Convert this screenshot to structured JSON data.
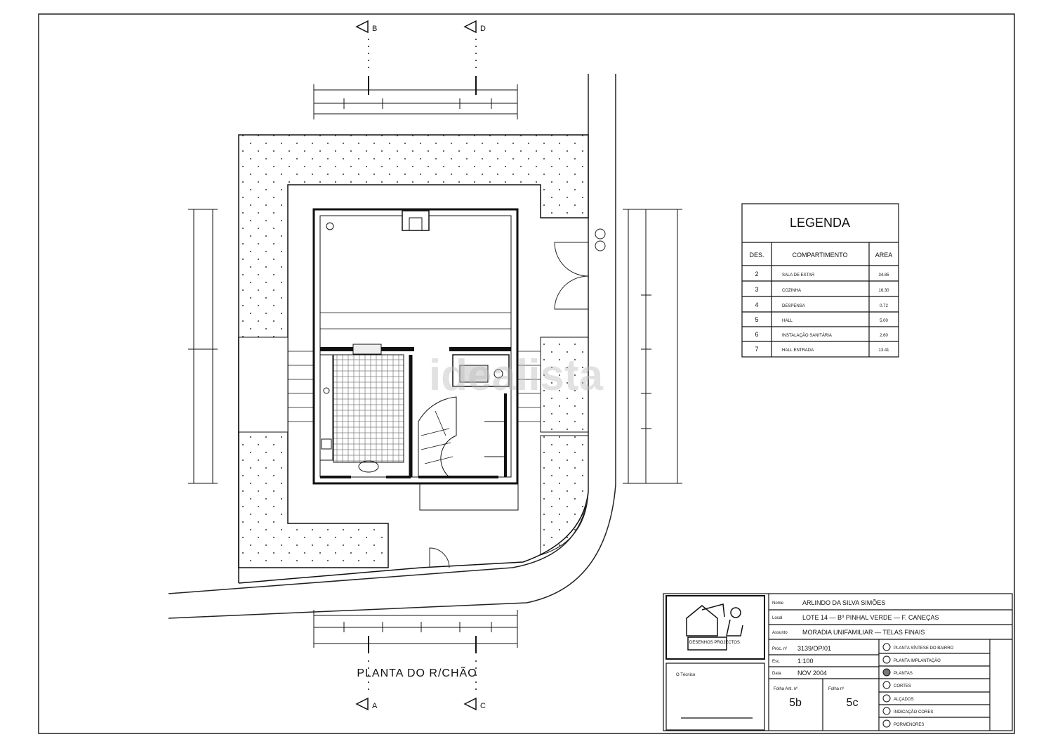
{
  "plan": {
    "title": "PLANTA DO R/CHÃO",
    "section_marks": [
      {
        "label": "B"
      },
      {
        "label": "D"
      },
      {
        "label": "A"
      },
      {
        "label": "C"
      }
    ]
  },
  "legend": {
    "title": "LEGENDA",
    "headers": {
      "des": "DES.",
      "compartimento": "COMPARTIMENTO",
      "area": "AREA"
    },
    "rows": [
      {
        "des": "2",
        "name": "SALA DE ESTAR",
        "area": "34.85"
      },
      {
        "des": "3",
        "name": "COZINHA",
        "area": "16.30"
      },
      {
        "des": "4",
        "name": "DESPENSA",
        "area": "0.72"
      },
      {
        "des": "5",
        "name": "HALL",
        "area": "5.00"
      },
      {
        "des": "6",
        "name": "INSTALAÇÃO SANITÁRIA",
        "area": "2.60"
      },
      {
        "des": "7",
        "name": "HALL ENTRADA",
        "area": "13.41"
      }
    ]
  },
  "title_block": {
    "logo_caption": "DESENHOS PROJECTOS",
    "owner_label": "Nome",
    "owner": "ARLINDO DA SILVA SIMÕES",
    "location_label": "Local",
    "location": "LOTE 14 — Bº PINHAL VERDE — F. CANEÇAS",
    "subject_label": "Assunto",
    "subject": "MORADIA UNIFAMILIAR — TELAS FINAIS",
    "proc_label": "Proc. nº",
    "proc": "3139/OP/01",
    "scale_label": "Esc.",
    "scale": "1:100",
    "date_label": "Data",
    "date": "NOV 2004",
    "sheet_label": "Folha Ant. nº",
    "sheet_value": "5b",
    "sheet_next_label": "Folha nº",
    "sheet_next_value": "5c",
    "signature_label": "O Técnico",
    "drawing_list": [
      "PLANTA SÍNTESE DO BAIRRO",
      "PLANTA IMPLANTAÇÃO",
      "PLANTAS",
      "CORTES",
      "ALÇADOS",
      "INDICAÇÃO CORES",
      "PORMENORES"
    ],
    "active_item": 2
  },
  "watermark": "idealista"
}
